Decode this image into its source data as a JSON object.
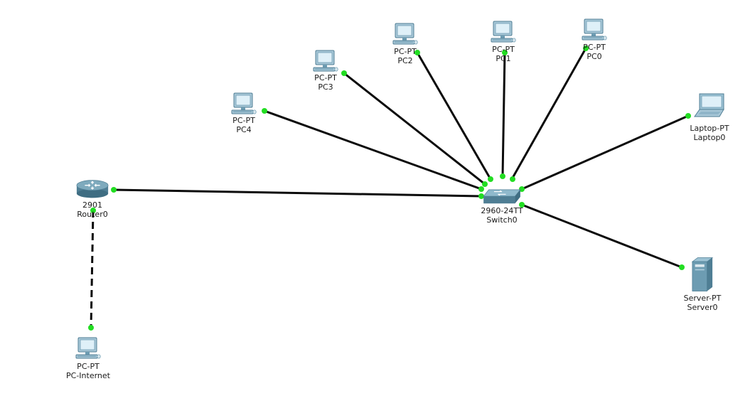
{
  "colors": {
    "link": "#0b0b0b",
    "port_up": "#22dd22",
    "pc_body": "#a9c8d8",
    "pc_screen": "#dff0f8",
    "device_dark": "#4f7e94",
    "device_mid": "#6d9cb2"
  },
  "devices": {
    "pc0": {
      "model": "PC-PT",
      "name": "PC0",
      "icon": "pc-icon"
    },
    "pc1": {
      "model": "PC-PT",
      "name": "PC1",
      "icon": "pc-icon"
    },
    "pc2": {
      "model": "PC-PT",
      "name": "PC2",
      "icon": "pc-icon"
    },
    "pc3": {
      "model": "PC-PT",
      "name": "PC3",
      "icon": "pc-icon"
    },
    "pc4": {
      "model": "PC-PT",
      "name": "PC4",
      "icon": "pc-icon"
    },
    "laptop0": {
      "model": "Laptop-PT",
      "name": "Laptop0",
      "icon": "laptop-icon"
    },
    "router0": {
      "model": "2901",
      "name": "Router0",
      "icon": "router-icon"
    },
    "switch0": {
      "model": "2960-24TT",
      "name": "Switch0",
      "icon": "switch-icon"
    },
    "server0": {
      "model": "Server-PT",
      "name": "Server0",
      "icon": "server-icon"
    },
    "pc_internet": {
      "model": "PC-PT",
      "name": "PC-Internet",
      "icon": "pc-icon"
    }
  },
  "links": [
    {
      "from": "Switch0",
      "to": "PC0",
      "cable": "copper-straight-through"
    },
    {
      "from": "Switch0",
      "to": "PC1",
      "cable": "copper-straight-through"
    },
    {
      "from": "Switch0",
      "to": "PC2",
      "cable": "copper-straight-through"
    },
    {
      "from": "Switch0",
      "to": "PC3",
      "cable": "copper-straight-through"
    },
    {
      "from": "Switch0",
      "to": "PC4",
      "cable": "copper-straight-through"
    },
    {
      "from": "Switch0",
      "to": "Laptop0",
      "cable": "copper-straight-through"
    },
    {
      "from": "Switch0",
      "to": "Server0",
      "cable": "copper-straight-through"
    },
    {
      "from": "Switch0",
      "to": "Router0",
      "cable": "copper-straight-through"
    },
    {
      "from": "Router0",
      "to": "PC-Internet",
      "cable": "copper-cross-over"
    }
  ]
}
